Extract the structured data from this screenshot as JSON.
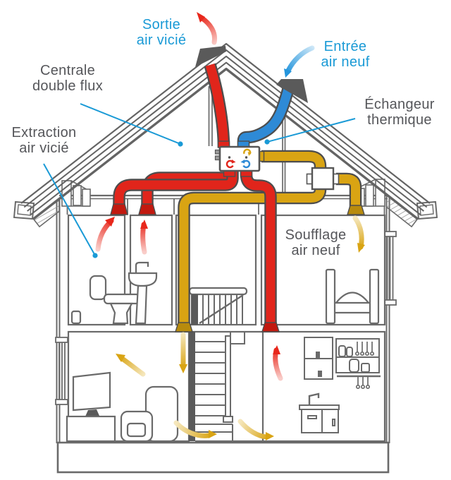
{
  "diagram": "house-cross-section-double-flux-ventilation",
  "labels": {
    "sortie_air_vicie": {
      "line1": "Sortie",
      "line2": "air vicié"
    },
    "entree_air_neuf": {
      "line1": "Entrée",
      "line2": "air neuf"
    },
    "centrale_double_flux": {
      "line1": "Centrale",
      "line2": "double flux"
    },
    "extraction_air_vicie": {
      "line1": "Extraction",
      "line2": "air vicié"
    },
    "echangeur_thermique": {
      "line1": "Échangeur",
      "line2": "thermique"
    },
    "soufflage_air_neuf": {
      "line1": "Soufflage",
      "line2": "air neuf"
    }
  },
  "colors": {
    "label_blue": "#1a9ad6",
    "label_grey": "#55565a",
    "stale_air_red": "#e1251b",
    "fresh_air_blue": "#2e8ad6",
    "supply_air_yellow": "#d9a413",
    "structure_grey": "#6a6a6a",
    "dark_fill_grey": "#5a5a5a"
  },
  "icons": {
    "flows": [
      {
        "name": "exhaust-air-outlet-arrow",
        "color": "#e8271b"
      },
      {
        "name": "fresh-air-inlet-arrow",
        "color": "#2495dc"
      },
      {
        "name": "extraction-arrow-toilet",
        "color": "#e8271b"
      },
      {
        "name": "extraction-arrow-bathroom",
        "color": "#e8271b"
      },
      {
        "name": "extraction-arrow-kitchen",
        "color": "#e8271b"
      },
      {
        "name": "supply-arrow-bedroom",
        "color": "#d9a413"
      },
      {
        "name": "supply-arrow-living-room",
        "color": "#d9a413"
      },
      {
        "name": "transfer-arrow-living-to-hall",
        "color": "#d9a413"
      },
      {
        "name": "transfer-arrow-under-stairs",
        "color": "#d9a413"
      },
      {
        "name": "transfer-arrow-to-kitchen",
        "color": "#d9a413"
      }
    ],
    "unit_cycle_arrows": [
      "red-cycle-icon",
      "blue-cycle-icon",
      "yellow-cycle-icon"
    ]
  }
}
